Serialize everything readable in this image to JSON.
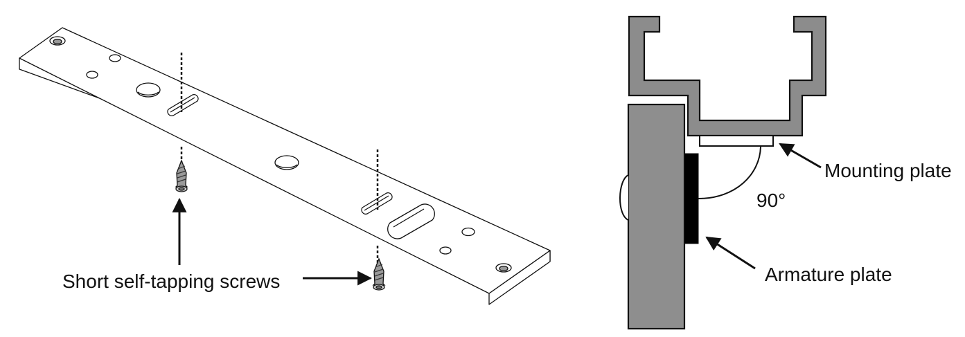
{
  "labels": {
    "screws": "Short self-tapping screws",
    "mounting_plate": "Mounting plate",
    "angle": "90°",
    "armature_plate": "Armature plate"
  },
  "colors": {
    "line": "#111111",
    "plate_fill": "#ffffff",
    "profile_gray": "#8c8c8c",
    "door_gray": "#8e8e8e",
    "armature": "#000000",
    "screw_gray": "#9a9a9a"
  }
}
